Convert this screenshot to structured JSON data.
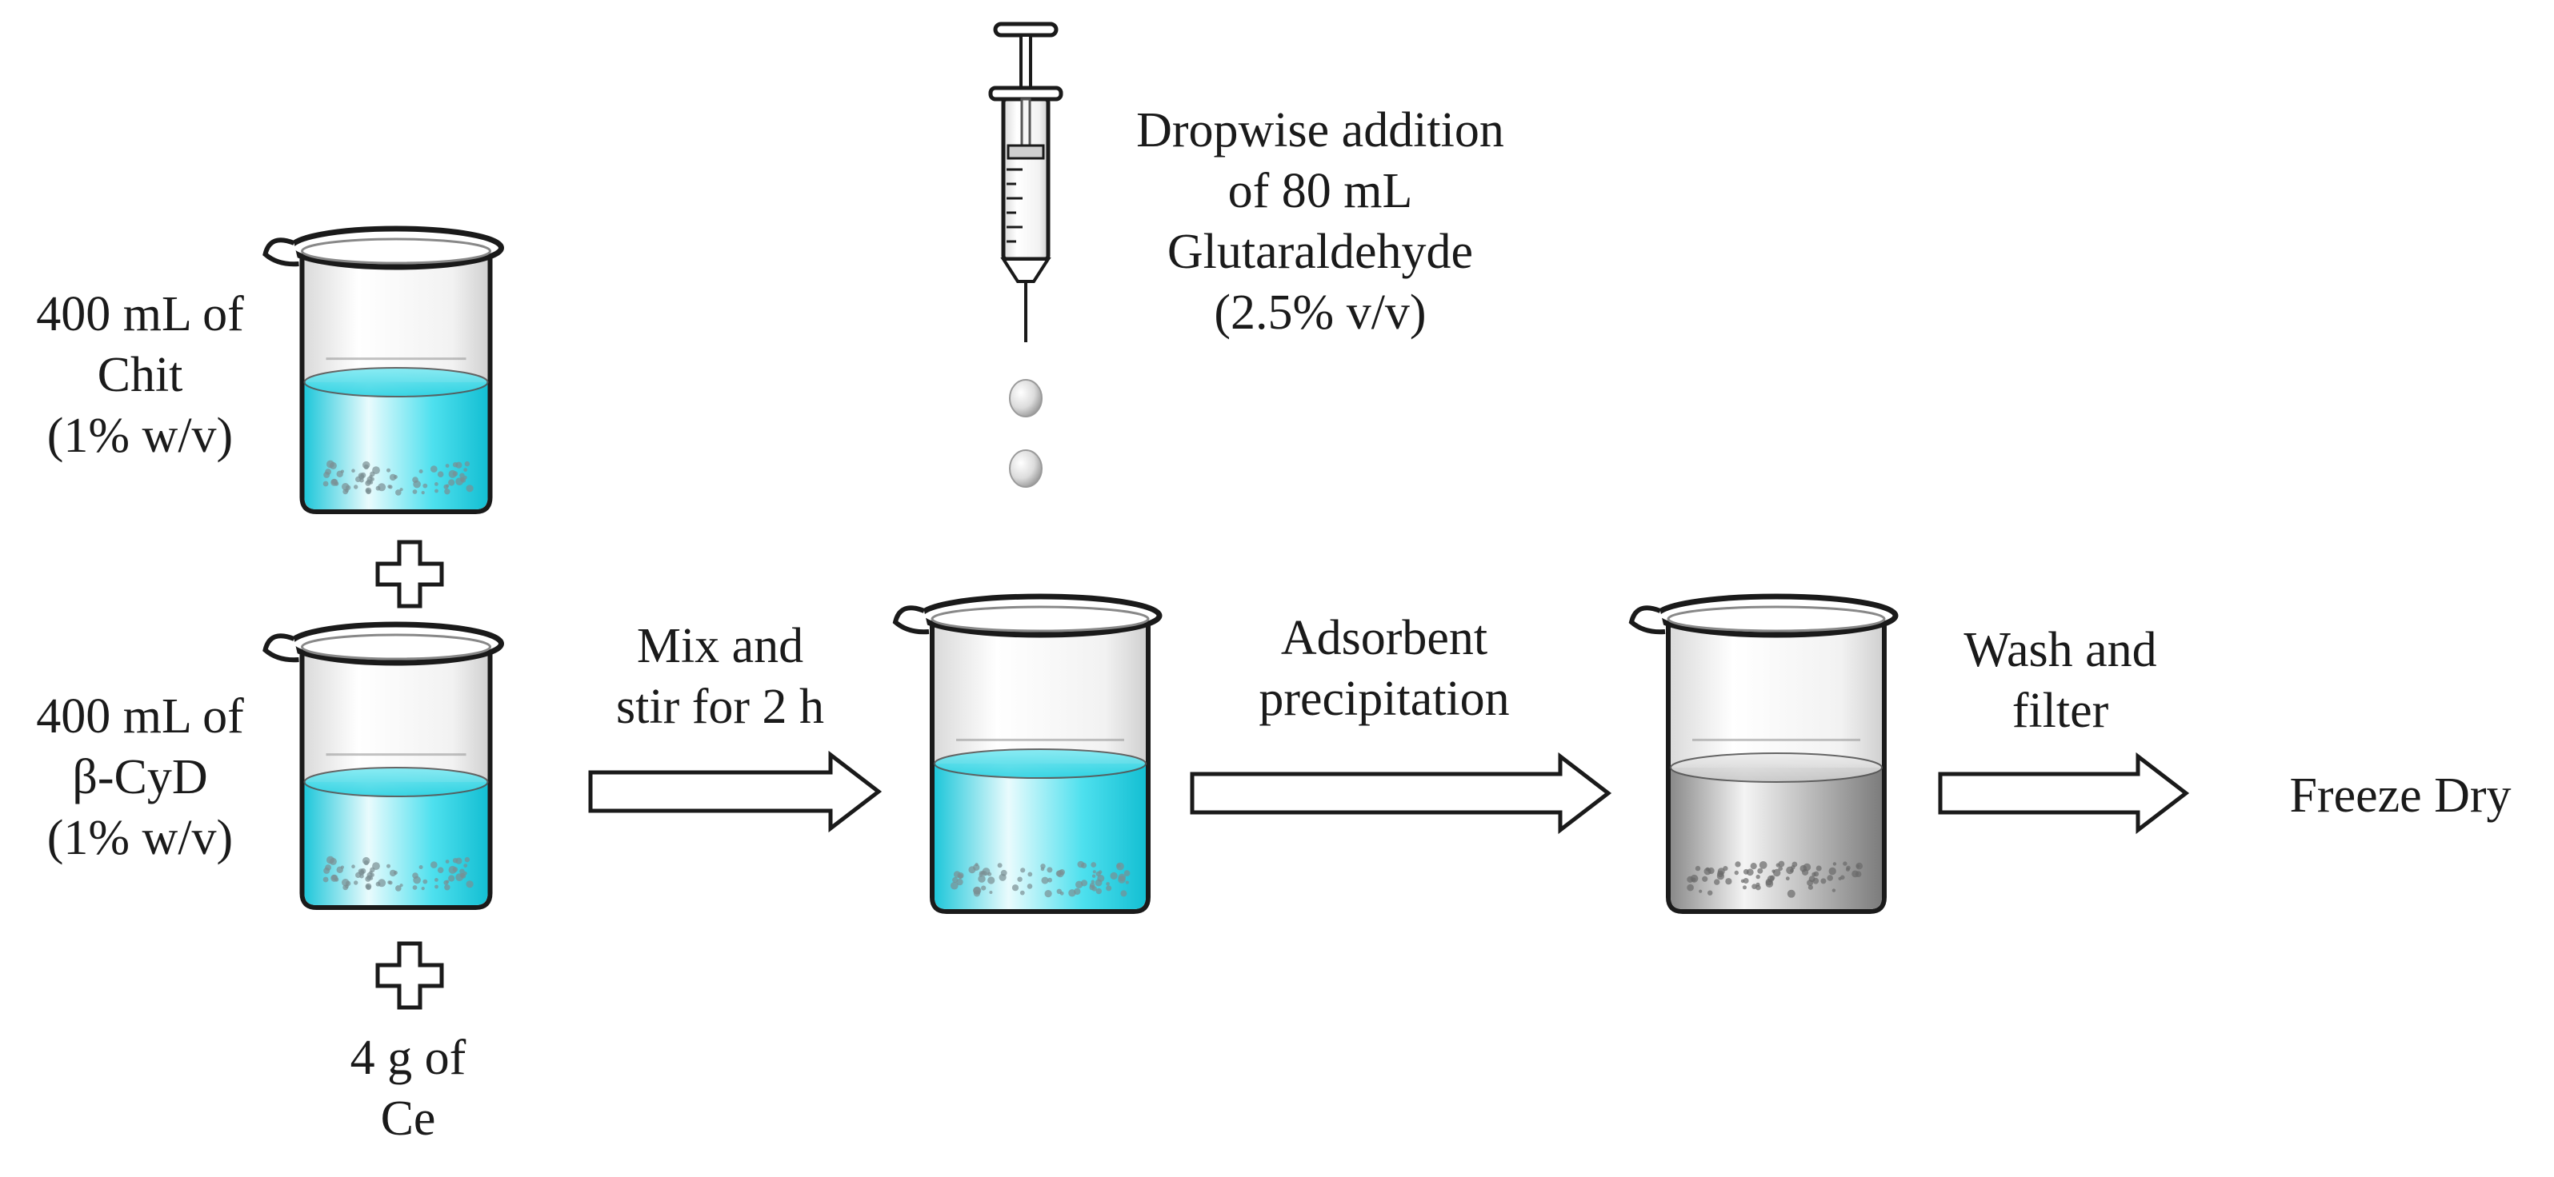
{
  "labels": {
    "chit": [
      "400 mL of",
      "Chit",
      "(1% w/v)"
    ],
    "cyd": [
      "400 mL of",
      "β-CyD",
      "(1% w/v)"
    ],
    "ce": [
      "4 g of",
      "Ce"
    ],
    "glutaraldehyde": [
      "Dropwise addition",
      "of 80 mL",
      "Glutaraldehyde",
      "(2.5% v/v)"
    ],
    "mix": [
      "Mix and",
      "stir for 2 h"
    ],
    "precipitation": [
      "Adsorbent",
      "precipitation"
    ],
    "wash": [
      "Wash and",
      "filter"
    ],
    "freeze": "Freeze Dry"
  },
  "colors": {
    "solution_cyan": "#33d6e6",
    "solution_grey": "#9a9a9a",
    "outline": "#1a1a1a"
  },
  "icons": [
    "beaker-icon",
    "syringe-icon",
    "plus-icon",
    "arrow-right-icon",
    "droplet-icon"
  ]
}
